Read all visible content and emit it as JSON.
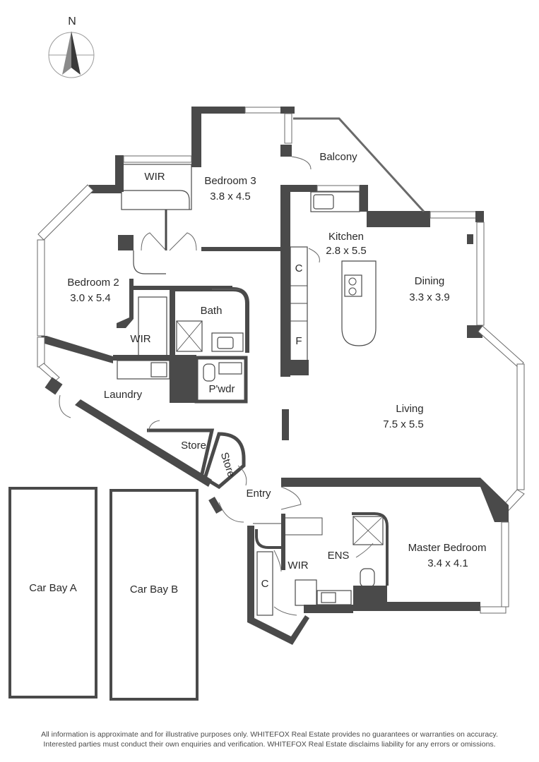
{
  "compass": {
    "north_label": "N"
  },
  "rooms": {
    "balcony": {
      "name": "Balcony"
    },
    "bedroom3": {
      "name": "Bedroom 3",
      "size": "3.8 x 4.5"
    },
    "wir_bed3": {
      "name": "WIR"
    },
    "bedroom2": {
      "name": "Bedroom 2",
      "size": "3.0 x 5.4"
    },
    "wir_bed2": {
      "name": "WIR"
    },
    "bath": {
      "name": "Bath"
    },
    "pwdr": {
      "name": "P'wdr"
    },
    "kitchen": {
      "name": "Kitchen",
      "size": "2.8 x 5.5"
    },
    "dining": {
      "name": "Dining",
      "size": "3.3 x 3.9"
    },
    "living": {
      "name": "Living",
      "size": "7.5 x 5.5"
    },
    "laundry": {
      "name": "Laundry"
    },
    "store1": {
      "name": "Store"
    },
    "store2": {
      "name": "Store"
    },
    "entry": {
      "name": "Entry"
    },
    "master": {
      "name": "Master Bedroom",
      "size": "3.4 x 4.1"
    },
    "ens": {
      "name": "ENS"
    },
    "wir_master": {
      "name": "WIR"
    },
    "cupboard_master": {
      "name": "C"
    },
    "kitchen_c": {
      "name": "C"
    },
    "kitchen_f": {
      "name": "F"
    }
  },
  "car_bays": [
    {
      "name": "Car Bay A"
    },
    {
      "name": "Car Bay B"
    }
  ],
  "disclaimer": {
    "line1": "All information is approximate and for illustrative purposes only. WHITEFOX Real Estate provides no guarantees or warranties on accuracy.",
    "line2": "Interested parties must conduct their own enquiries and verification. WHITEFOX Real Estate disclaims liability for any errors or omissions."
  },
  "colors": {
    "wall": "#4a4a4a",
    "text": "#2a2a2a",
    "background": "#ffffff"
  }
}
